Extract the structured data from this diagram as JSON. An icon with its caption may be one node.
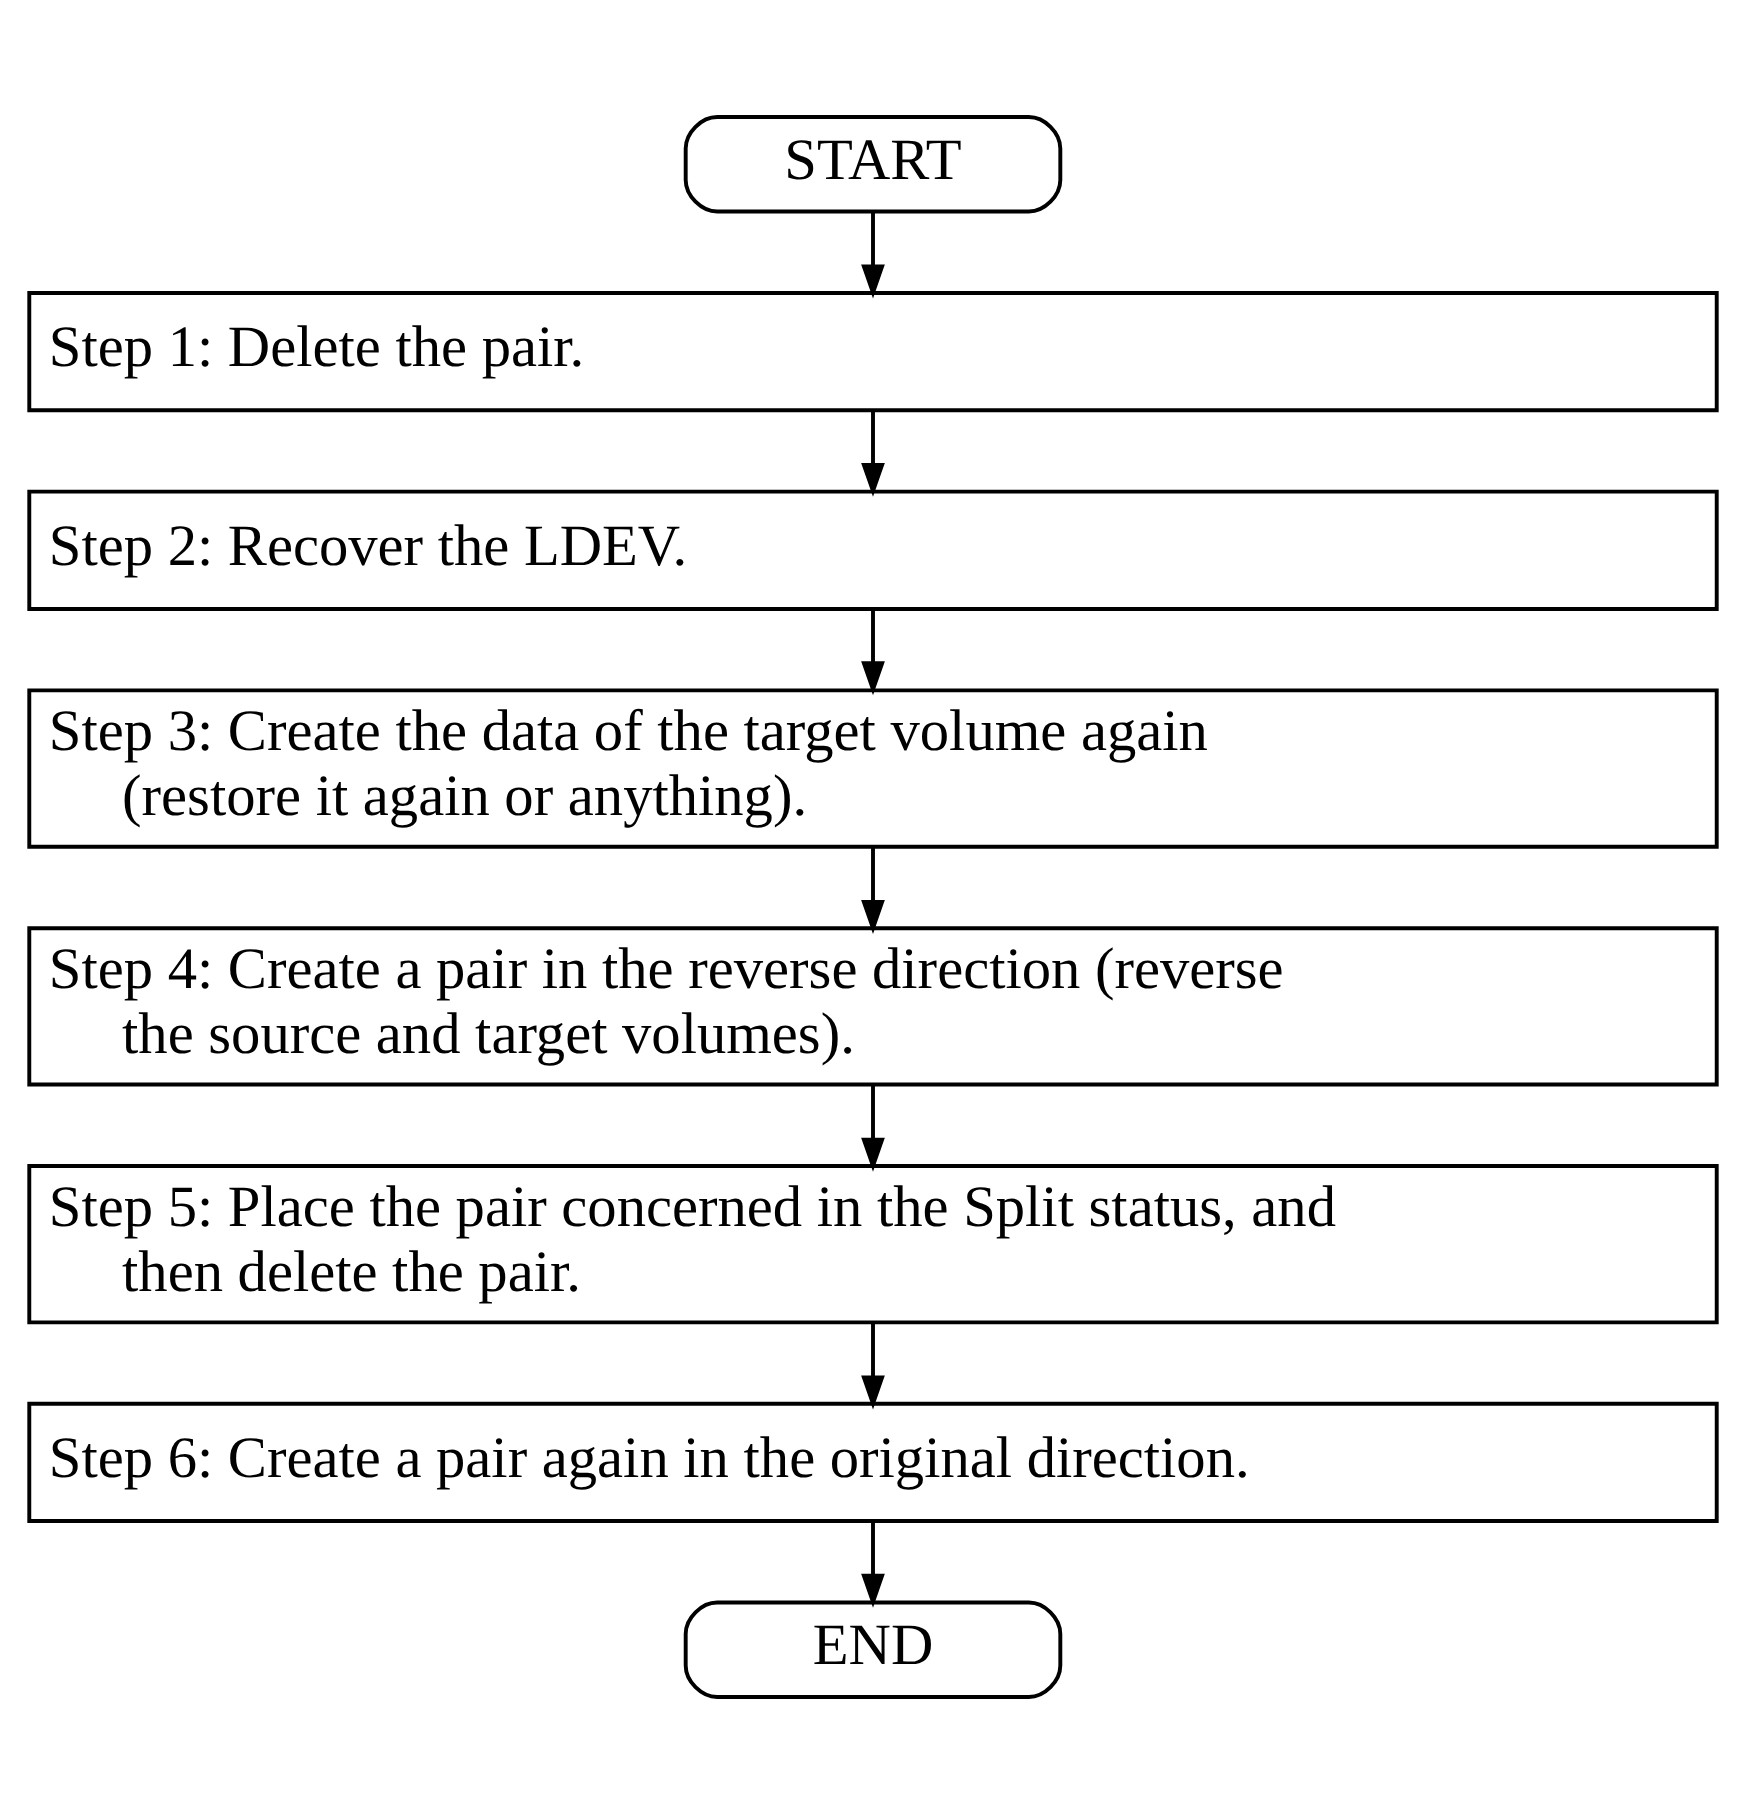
{
  "diagram": {
    "nodes": [
      {
        "text": [
          "START"
        ]
      },
      {
        "text": [
          "Step 1: Delete the pair."
        ]
      },
      {
        "text": [
          "Step 2: Recover the LDEV."
        ]
      },
      {
        "text": [
          "Step 3: Create the data of the target volume again (restore it again or anything)."
        ]
      },
      {
        "text": [
          "Step 4: Create a pair in the reverse direction (reverse the source and target volumes)."
        ]
      },
      {
        "text": [
          "Step 5: Place the pair concerned in the Split status, and then delete the pair."
        ]
      },
      {
        "text": [
          "Step 6: Create a pair again in the original direction."
        ]
      },
      {
        "text": [
          "END"
        ]
      }
    ],
    "edges": [
      {
        "from": 0,
        "to": 1,
        "arrow": "to"
      },
      {
        "from": 1,
        "to": 2,
        "arrow": "to"
      },
      {
        "from": 2,
        "to": 3,
        "arrow": "to"
      },
      {
        "from": 3,
        "to": 4,
        "arrow": "to"
      },
      {
        "from": 4,
        "to": 5,
        "arrow": "to"
      },
      {
        "from": 5,
        "to": 6,
        "arrow": "to"
      },
      {
        "from": 6,
        "to": 7,
        "arrow": "to"
      }
    ]
  }
}
